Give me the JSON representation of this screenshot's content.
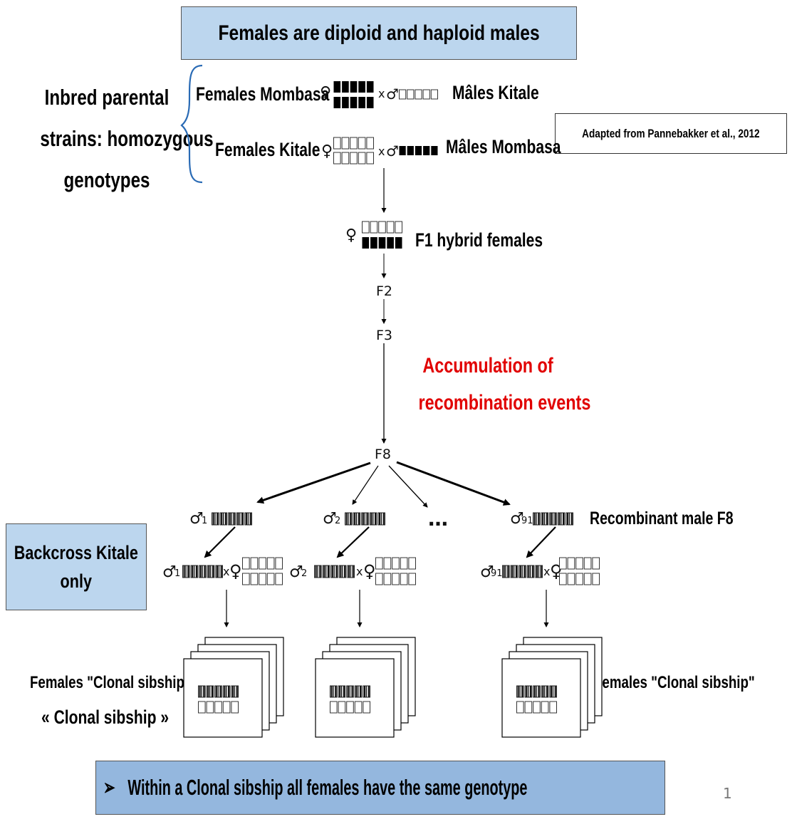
{
  "title": "Females are diploid and haploid males",
  "citation": "Adapted from Pannebakker et al., 2012",
  "parental_label": [
    "Inbred parental",
    "strains: homozygous",
    "genotypes"
  ],
  "cross1": {
    "female": "Females Mombasa",
    "male": "Mâles Kitale"
  },
  "cross2": {
    "female": "Females Kitale",
    "male": "Mâles Mombasa"
  },
  "f1_label": "F1 hybrid females",
  "generations": {
    "f2": "F2",
    "f3": "F3",
    "f8": "F8"
  },
  "accumulation_label": [
    "Accumulation of",
    "recombination events"
  ],
  "recombinant_label": "Recombinant male F8",
  "ellipsis": "…",
  "male_ids": [
    "1",
    "2",
    "91"
  ],
  "backcross_label": [
    "Backcross Kitale",
    "only"
  ],
  "sibship_left": [
    "Females \"Clonal sibship\"",
    "« Clonal sibship »"
  ],
  "sibship_right": "Females \"Clonal sibship\"",
  "conclusion": "Within a Clonal sibship all females have the same genotype",
  "bullet": "➢",
  "page_number": "1",
  "symbols": {
    "female": "♀",
    "male": "♂",
    "cross": "x"
  },
  "colors": {
    "title_box": "#bcd6ee",
    "bottom_box": "#94b7de",
    "accent_red": "#e10000",
    "brace": "#2a6bb5"
  }
}
